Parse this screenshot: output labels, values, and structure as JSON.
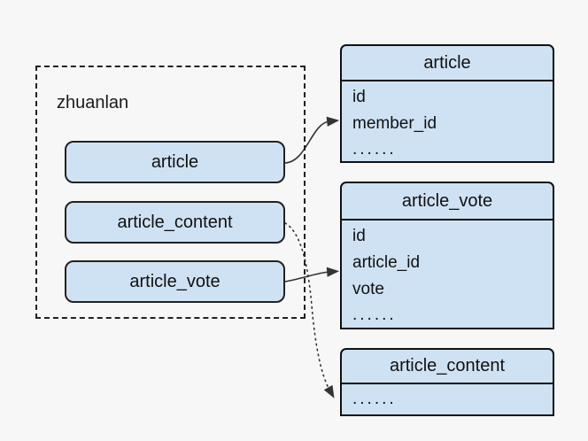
{
  "diagram": {
    "background_color": "#f7f7f8",
    "node_fill_color": "#cfe2f3",
    "node_border_color": "#1a1a1a",
    "arrow_color": "#333333",
    "group": {
      "label": "zhuanlan",
      "items": [
        {
          "label": "article"
        },
        {
          "label": "article_content"
        },
        {
          "label": "article_vote"
        }
      ]
    },
    "tables": [
      {
        "title": "article",
        "fields": [
          "id",
          "member_id",
          "......"
        ]
      },
      {
        "title": "article_vote",
        "fields": [
          "id",
          "article_id",
          "vote",
          "......"
        ]
      },
      {
        "title": "article_content",
        "fields": [
          "......"
        ]
      }
    ],
    "connections": [
      {
        "from": "article",
        "to": "article",
        "style": "solid"
      },
      {
        "from": "article_vote",
        "to": "article_vote",
        "style": "solid"
      },
      {
        "from": "article_content",
        "to": "article_content",
        "style": "dotted"
      }
    ]
  }
}
